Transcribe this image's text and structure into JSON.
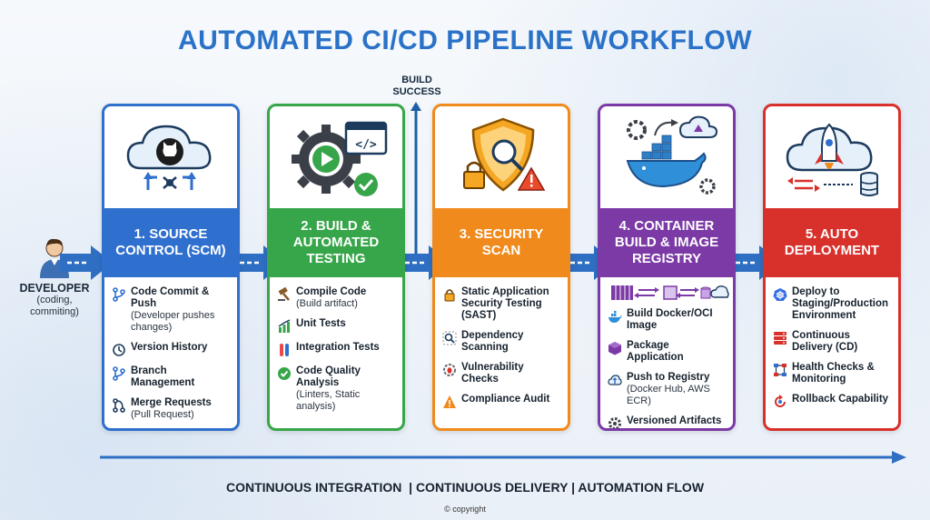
{
  "title": "AUTOMATED CI/CD PIPELINE WORKFLOW",
  "build_success": "BUILD SUCCESS",
  "developer": {
    "label": "DEVELOPER",
    "sub": "(coding, commiting)"
  },
  "colors": {
    "blue": "#2f6fce",
    "green": "#37a64a",
    "orange": "#f08a1c",
    "purple": "#7b3aa6",
    "red": "#d8312c",
    "title": "#2a72c8"
  },
  "stages": [
    {
      "header": "1. SOURCE CONTROL (SCM)",
      "icon": "github-cloud-icon",
      "items": [
        {
          "icon": "branch-icon",
          "main": "Code Commit & Push",
          "sub": "(Developer pushes changes)"
        },
        {
          "icon": "history-icon",
          "main": "Version History",
          "sub": ""
        },
        {
          "icon": "branch-icon",
          "main": "Branch Management",
          "sub": ""
        },
        {
          "icon": "merge-icon",
          "main": "Merge Requests",
          "sub": "(Pull Request)"
        }
      ]
    },
    {
      "header": "2. BUILD & AUTOMATED TESTING",
      "icon": "gear-code-icon",
      "items": [
        {
          "icon": "hammer-icon",
          "main": "Compile Code",
          "sub": "(Build artifact)"
        },
        {
          "icon": "bar-chart-icon",
          "main": "Unit Tests",
          "sub": ""
        },
        {
          "icon": "test-tubes-icon",
          "main": "Integration Tests",
          "sub": ""
        },
        {
          "icon": "check-circle-icon",
          "main": "Code Quality Analysis",
          "sub": "(Linters, Static analysis)"
        }
      ]
    },
    {
      "header": "3. SECURITY SCAN",
      "icon": "shield-lock-icon",
      "items": [
        {
          "icon": "lock-icon",
          "main": "Static Application Security Testing (SAST)",
          "sub": ""
        },
        {
          "icon": "magnifier-icon",
          "main": "Dependency Scanning",
          "sub": ""
        },
        {
          "icon": "bug-gear-icon",
          "main": "Vulnerability Checks",
          "sub": ""
        },
        {
          "icon": "warning-icon",
          "main": "Compliance Audit",
          "sub": ""
        }
      ]
    },
    {
      "header": "4. CONTAINER BUILD & IMAGE REGISTRY",
      "icon": "docker-whale-icon",
      "items": [
        {
          "icon": "docker-icon",
          "main": "Build Docker/OCI Image",
          "sub": ""
        },
        {
          "icon": "cube-icon",
          "main": "Package Application",
          "sub": ""
        },
        {
          "icon": "cloud-upload-icon",
          "main": "Push to Registry",
          "sub": "(Docker Hub, AWS ECR)"
        },
        {
          "icon": "gear-icon",
          "main": "Versioned Artifacts",
          "sub": ""
        }
      ]
    },
    {
      "header": "5. AUTO DEPLOYMENT",
      "icon": "rocket-cloud-icon",
      "items": [
        {
          "icon": "kubernetes-icon",
          "main": "Deploy to Staging/Production Environment",
          "sub": ""
        },
        {
          "icon": "server-icon",
          "main": "Continuous Delivery (CD)",
          "sub": ""
        },
        {
          "icon": "network-icon",
          "main": "Health Checks & Monitoring",
          "sub": ""
        },
        {
          "icon": "rollback-icon",
          "main": "Rollback Capability",
          "sub": ""
        }
      ]
    }
  ],
  "footer": "CONTINUOUS INTEGRATION  | CONTINUOUS DELIVERY | AUTOMATION FLOW",
  "copyright": "© copyright"
}
